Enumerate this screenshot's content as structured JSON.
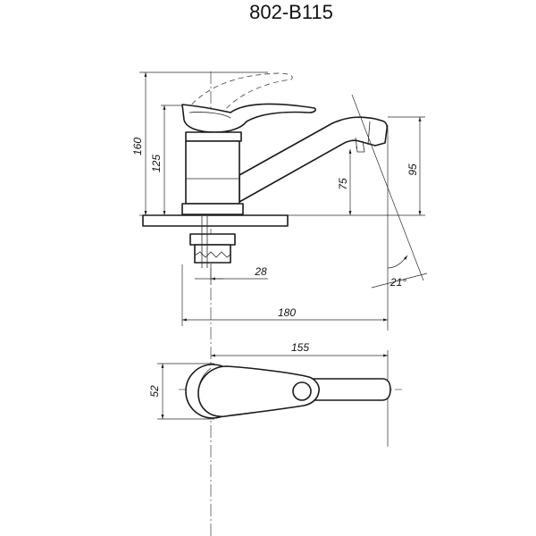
{
  "title": "802-B115",
  "dimensions": {
    "total_height": "160",
    "body_height": "125",
    "spout_height": "75",
    "spout_tip_height": "95",
    "base_diameter": "28",
    "spout_reach": "180",
    "spout_length_top": "155",
    "handle_width": "52",
    "spout_angle": "21°"
  }
}
